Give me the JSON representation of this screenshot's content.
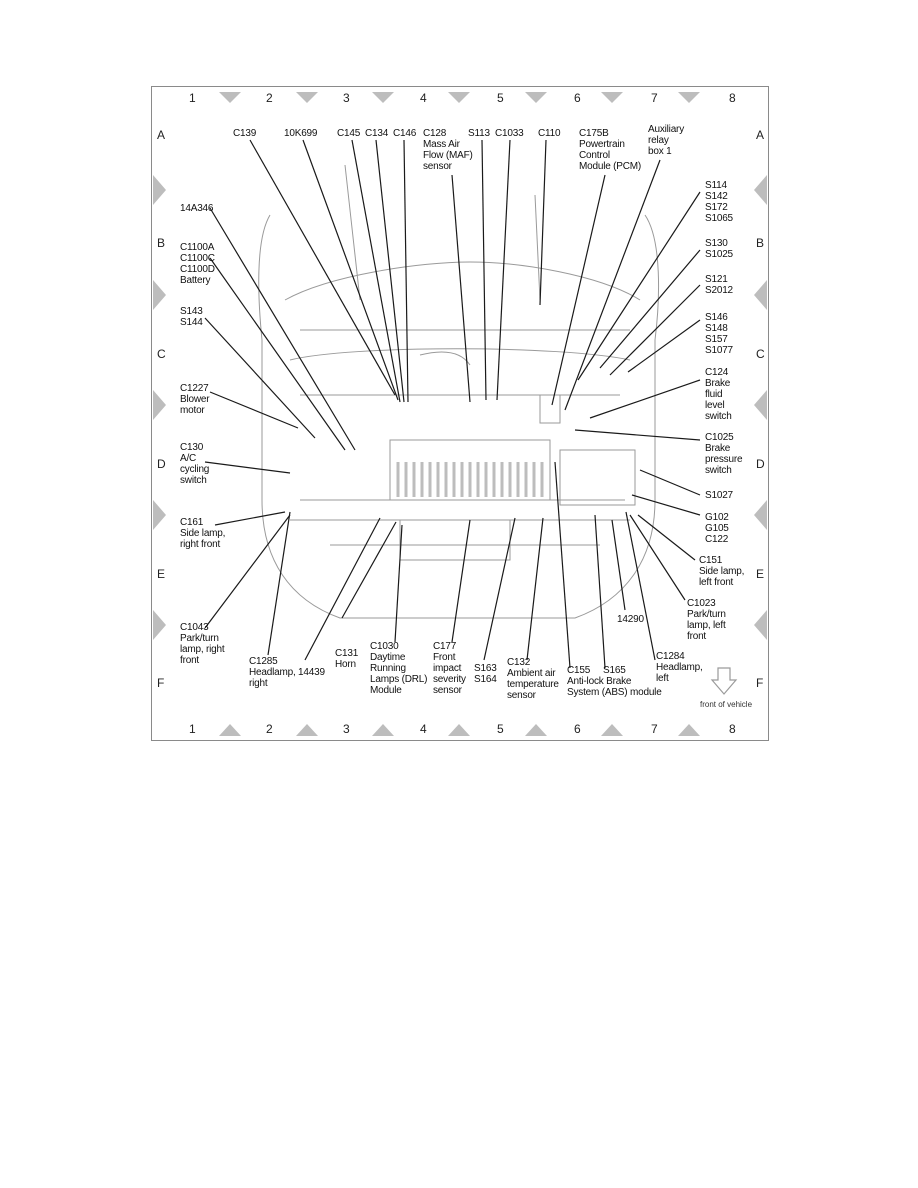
{
  "grid": {
    "columns": [
      "1",
      "2",
      "3",
      "4",
      "5",
      "6",
      "7",
      "8"
    ],
    "rows": [
      "A",
      "B",
      "C",
      "D",
      "E",
      "F"
    ]
  },
  "front_of_vehicle": "front of vehicle",
  "labels": [
    {
      "id": "c139",
      "text": "C139"
    },
    {
      "id": "10k699",
      "text": "10K699"
    },
    {
      "id": "c145",
      "text": "C145"
    },
    {
      "id": "c134",
      "text": "C134"
    },
    {
      "id": "c146",
      "text": "C146"
    },
    {
      "id": "c128",
      "text": "C128\nMass Air\nFlow (MAF)\nsensor"
    },
    {
      "id": "s113",
      "text": "S113"
    },
    {
      "id": "c1033",
      "text": "C1033"
    },
    {
      "id": "c110",
      "text": "C110"
    },
    {
      "id": "c175b",
      "text": "C175B\nPowertrain\nControl\nModule (PCM)"
    },
    {
      "id": "aux",
      "text": "Auxiliary\nrelay\nbox 1"
    },
    {
      "id": "s114",
      "text": "S114\nS142\nS172\nS1065"
    },
    {
      "id": "s130",
      "text": "S130\nS1025"
    },
    {
      "id": "s121",
      "text": "S121\nS2012"
    },
    {
      "id": "s146",
      "text": "S146\nS148\nS157\nS1077"
    },
    {
      "id": "c124",
      "text": "C124\nBrake\nfluid\nlevel\nswitch"
    },
    {
      "id": "c1025",
      "text": "C1025\nBrake\npressure\nswitch"
    },
    {
      "id": "s1027",
      "text": "S1027"
    },
    {
      "id": "g102",
      "text": "G102\nG105\nC122"
    },
    {
      "id": "c151",
      "text": "C151\nSide lamp,\nleft front"
    },
    {
      "id": "c1023",
      "text": "C1023\nPark/turn\nlamp, left\nfront"
    },
    {
      "id": "c1284",
      "text": "C1284\nHeadlamp,\nleft"
    },
    {
      "id": "n14290",
      "text": "14290"
    },
    {
      "id": "s165",
      "text": "S165"
    },
    {
      "id": "c155",
      "text": "C155\nAnti-lock Brake\nSystem (ABS) module"
    },
    {
      "id": "c132",
      "text": "C132\nAmbient air\ntemperature\nsensor"
    },
    {
      "id": "s163",
      "text": "S163\nS164"
    },
    {
      "id": "c177",
      "text": "C177\nFront\nimpact\nseverity\nsensor"
    },
    {
      "id": "c1030",
      "text": "C1030\nDaytime\nRunning\nLamps (DRL)\nModule"
    },
    {
      "id": "c131",
      "text": "C131\nHorn"
    },
    {
      "id": "n14439",
      "text": "14439"
    },
    {
      "id": "c1285",
      "text": "C1285\nHeadlamp,\nright"
    },
    {
      "id": "c1043",
      "text": "C1043\nPark/turn\nlamp, right\nfront"
    },
    {
      "id": "c161",
      "text": "C161\nSide lamp,\nright front"
    },
    {
      "id": "c130",
      "text": "C130\nA/C\ncycling\nswitch"
    },
    {
      "id": "c1227",
      "text": "C1227\nBlower\nmotor"
    },
    {
      "id": "s143",
      "text": "S143\nS144"
    },
    {
      "id": "c1100",
      "text": "C1100A\nC1100C\nC1100D\nBattery"
    },
    {
      "id": "14a346",
      "text": "14A346"
    }
  ],
  "colors": {
    "grid_arrow": "#bdbdbd",
    "line": "#1a1a1a",
    "drawing": "#9a9a9a"
  }
}
